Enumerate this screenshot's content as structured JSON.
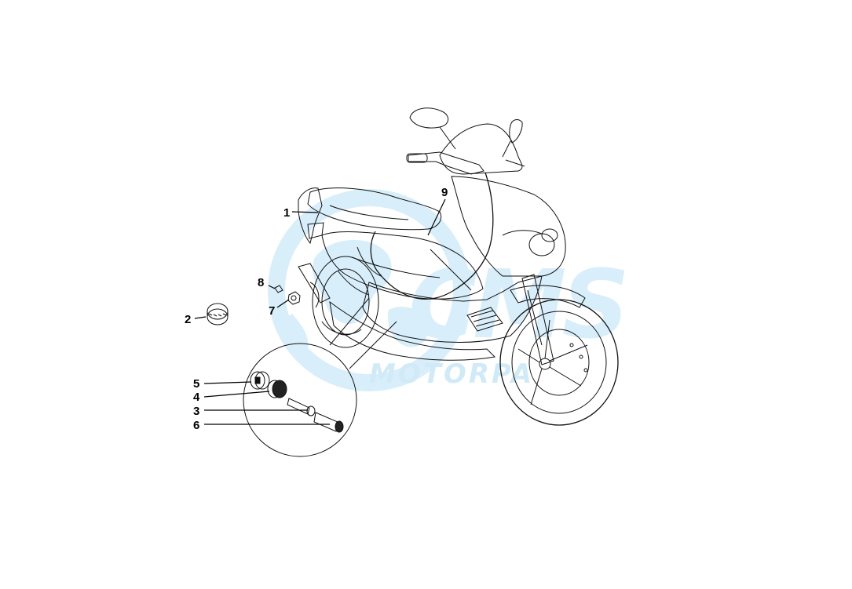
{
  "diagram": {
    "callouts": [
      {
        "id": "1",
        "label": "1"
      },
      {
        "id": "2",
        "label": "2"
      },
      {
        "id": "3",
        "label": "3"
      },
      {
        "id": "4",
        "label": "4"
      },
      {
        "id": "5",
        "label": "5"
      },
      {
        "id": "6",
        "label": "6"
      },
      {
        "id": "7",
        "label": "7"
      },
      {
        "id": "8",
        "label": "8"
      },
      {
        "id": "9",
        "label": "9"
      }
    ]
  },
  "watermark": {
    "logo_text": "CMS",
    "brand_text": "MOTORPA",
    "color": "#cfe9f7"
  }
}
